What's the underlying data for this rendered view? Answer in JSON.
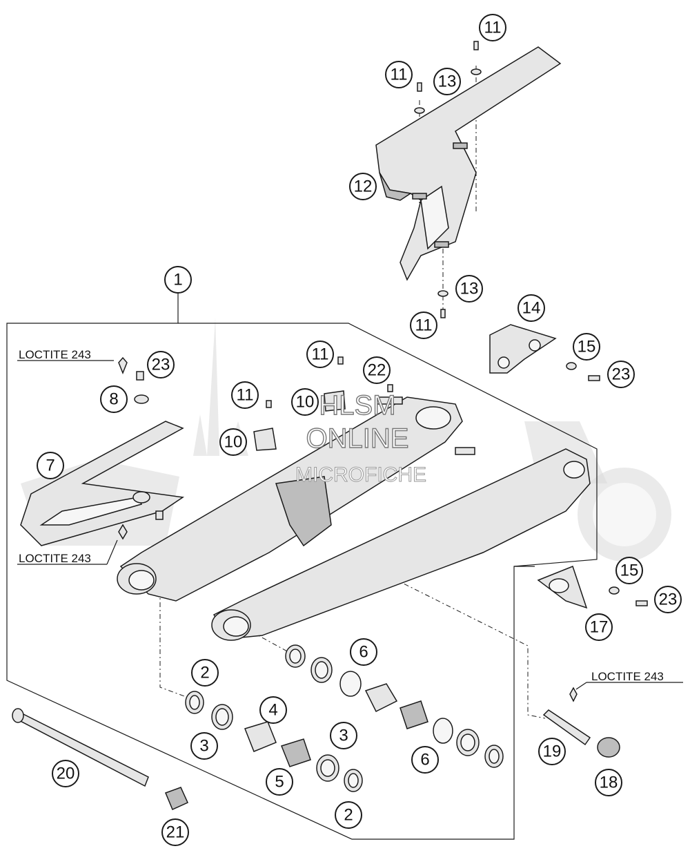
{
  "callouts": [
    {
      "id": "c11a",
      "label": "11"
    },
    {
      "id": "c11b",
      "label": "11"
    },
    {
      "id": "c13a",
      "label": "13"
    },
    {
      "id": "c12",
      "label": "12"
    },
    {
      "id": "c1",
      "label": "1"
    },
    {
      "id": "c13b",
      "label": "13"
    },
    {
      "id": "c11c",
      "label": "11"
    },
    {
      "id": "c14",
      "label": "14"
    },
    {
      "id": "c15a",
      "label": "15"
    },
    {
      "id": "c23a",
      "label": "23"
    },
    {
      "id": "c23b",
      "label": "23"
    },
    {
      "id": "c11d",
      "label": "11"
    },
    {
      "id": "c22",
      "label": "22"
    },
    {
      "id": "c8",
      "label": "8"
    },
    {
      "id": "c11e",
      "label": "11"
    },
    {
      "id": "c10a",
      "label": "10"
    },
    {
      "id": "c10b",
      "label": "10"
    },
    {
      "id": "c7",
      "label": "7"
    },
    {
      "id": "c15b",
      "label": "15"
    },
    {
      "id": "c23c",
      "label": "23"
    },
    {
      "id": "c17",
      "label": "17"
    },
    {
      "id": "c6a",
      "label": "6"
    },
    {
      "id": "c2a",
      "label": "2"
    },
    {
      "id": "c4",
      "label": "4"
    },
    {
      "id": "c3a",
      "label": "3"
    },
    {
      "id": "c3b",
      "label": "3"
    },
    {
      "id": "c5",
      "label": "5"
    },
    {
      "id": "c6b",
      "label": "6"
    },
    {
      "id": "c19",
      "label": "19"
    },
    {
      "id": "c18",
      "label": "18"
    },
    {
      "id": "c20",
      "label": "20"
    },
    {
      "id": "c2b",
      "label": "2"
    },
    {
      "id": "c21",
      "label": "21"
    }
  ],
  "loctite_labels": [
    "LOCTITE 243",
    "LOCTITE 243",
    "LOCTITE 243"
  ],
  "watermark": {
    "line1": "HLSM",
    "line2": "ONLINE",
    "line3": "MICROFICHE"
  }
}
